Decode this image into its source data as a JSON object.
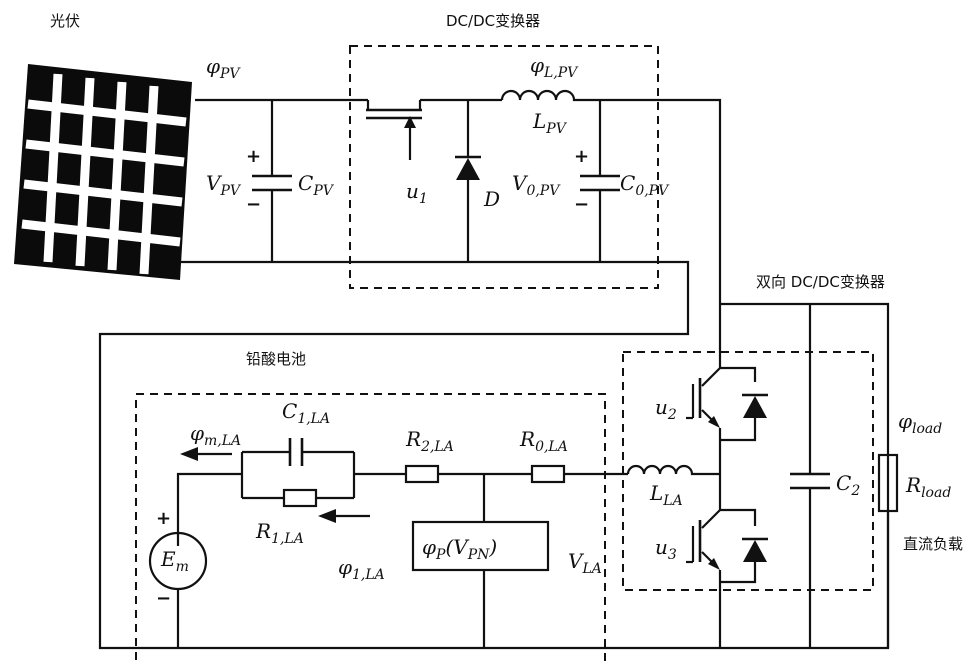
{
  "labels": {
    "pv_panel": "光伏",
    "dcdc_converter": "DC/DC变换器",
    "bidirectional_converter": "双向 DC/DC变换器",
    "lead_acid_battery": "铅酸电池",
    "dc_load": "直流负载"
  },
  "symbols": {
    "phi_pv": {
      "main": "φ",
      "sub": "PV"
    },
    "v_pv": {
      "main": "V",
      "sub": "PV"
    },
    "c_pv": {
      "main": "C",
      "sub": "PV"
    },
    "u1": {
      "main": "u",
      "sub": "1"
    },
    "d": {
      "main": "D",
      "sub": ""
    },
    "phi_l_pv": {
      "main": "φ",
      "sub": "L,PV"
    },
    "l_pv": {
      "main": "L",
      "sub": "PV"
    },
    "v0_pv": {
      "main": "V",
      "sub": "0,PV"
    },
    "c0_pv": {
      "main": "C",
      "sub": "0,PV"
    },
    "phi_m_la": {
      "main": "φ",
      "sub": "m,LA"
    },
    "c1_la": {
      "main": "C",
      "sub": "1,LA"
    },
    "r2_la": {
      "main": "R",
      "sub": "2,LA"
    },
    "r0_la": {
      "main": "R",
      "sub": "0,LA"
    },
    "r1_la": {
      "main": "R",
      "sub": "1,LA"
    },
    "em": {
      "main": "E",
      "sub": "m"
    },
    "phi_1_la": {
      "main": "φ",
      "sub": "1,LA"
    },
    "phi_p": {
      "main": "φ",
      "sub": "P",
      "tail": "(V",
      "tail_sub": "PN",
      "tail_end": ")"
    },
    "v_la": {
      "main": "V",
      "sub": "LA"
    },
    "l_la": {
      "main": "L",
      "sub": "LA"
    },
    "u2": {
      "main": "u",
      "sub": "2"
    },
    "u3": {
      "main": "u",
      "sub": "3"
    },
    "c2": {
      "main": "C",
      "sub": "2"
    },
    "phi_load": {
      "main": "φ",
      "sub": "load"
    },
    "r_load": {
      "main": "R",
      "sub": "load"
    },
    "plus": "+",
    "minus": "−"
  }
}
